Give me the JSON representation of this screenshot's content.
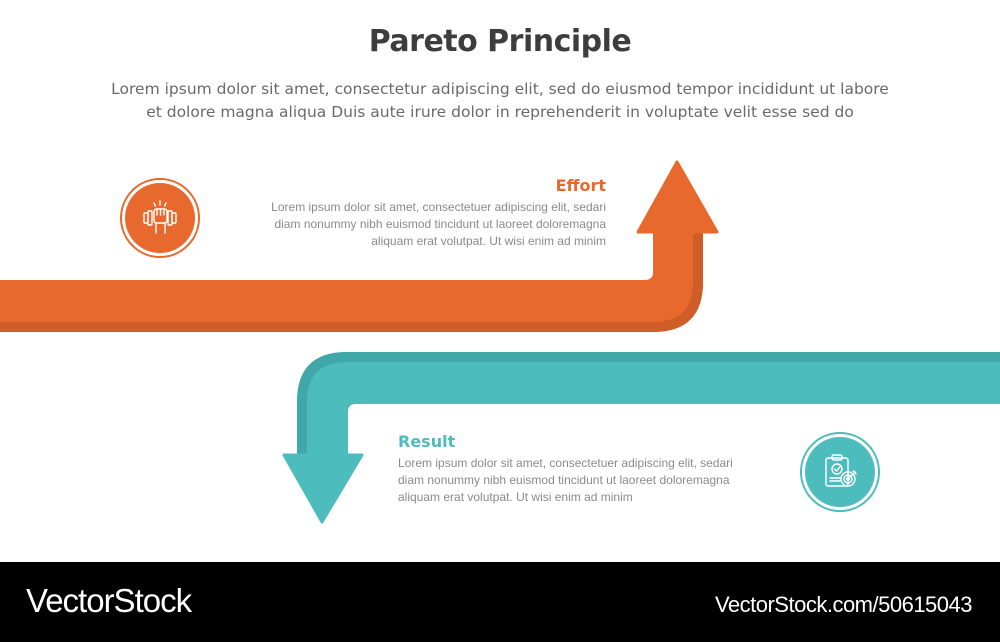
{
  "header": {
    "title": "Pareto Principle",
    "subtitle_lines": [
      "Lorem ipsum dolor sit amet, consectetur adipiscing elit, sed do eiusmod tempor incididunt ut labore",
      "et dolore magna aliqua Duis aute irure dolor in reprehenderit in voluptate velit esse sed do"
    ]
  },
  "colors": {
    "effort": "#e8692d",
    "effort_shade": "#cf5d27",
    "result": "#4dbcbc",
    "result_shade": "#40a8a8",
    "title": "#3d3d3d",
    "body_text": "#8a8a8a"
  },
  "steps": [
    {
      "id": "effort",
      "heading": "Effort",
      "icon": "fist-dumbbell-icon",
      "direction": "up",
      "lines": [
        "Lorem ipsum dolor sit amet, consectetuer adipiscing elit, sedari",
        "diam nonummy nibh euismod tincidunt ut laoreet doloremagna",
        "aliquam erat volutpat. Ut wisi enim ad minim"
      ]
    },
    {
      "id": "result",
      "heading": "Result",
      "icon": "clipboard-target-icon",
      "direction": "down",
      "lines": [
        "Lorem ipsum dolor sit amet, consectetuer adipiscing elit, sedari",
        "diam nonummy nibh euismod tincidunt ut laoreet doloremagna",
        "aliquam erat volutpat. Ut wisi enim ad minim"
      ]
    }
  ],
  "footer": {
    "logo": "VectorStock",
    "reference": "VectorStock.com/50615043"
  }
}
